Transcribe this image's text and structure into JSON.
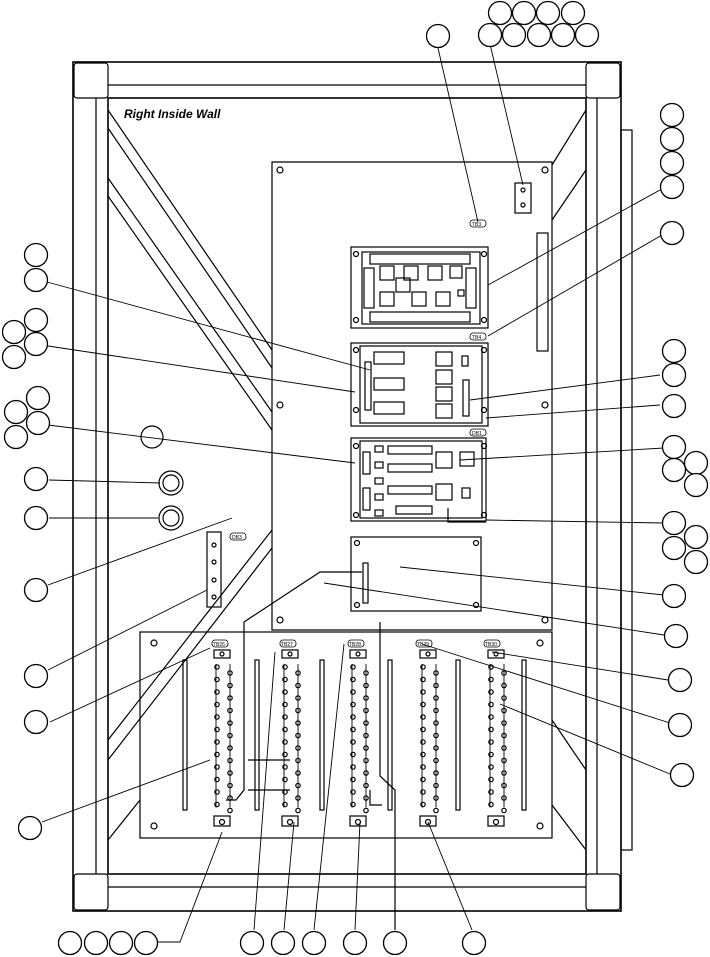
{
  "diagram": {
    "title": "Right Inside Wall",
    "tags": {
      "t1": "TB3",
      "t2": "TB4",
      "t3": "DB1",
      "t4": "DB3",
      "t5": "TB26",
      "t6": "TB27",
      "t7": "TB28",
      "t8": "TB29",
      "t9": "TB30"
    }
  }
}
